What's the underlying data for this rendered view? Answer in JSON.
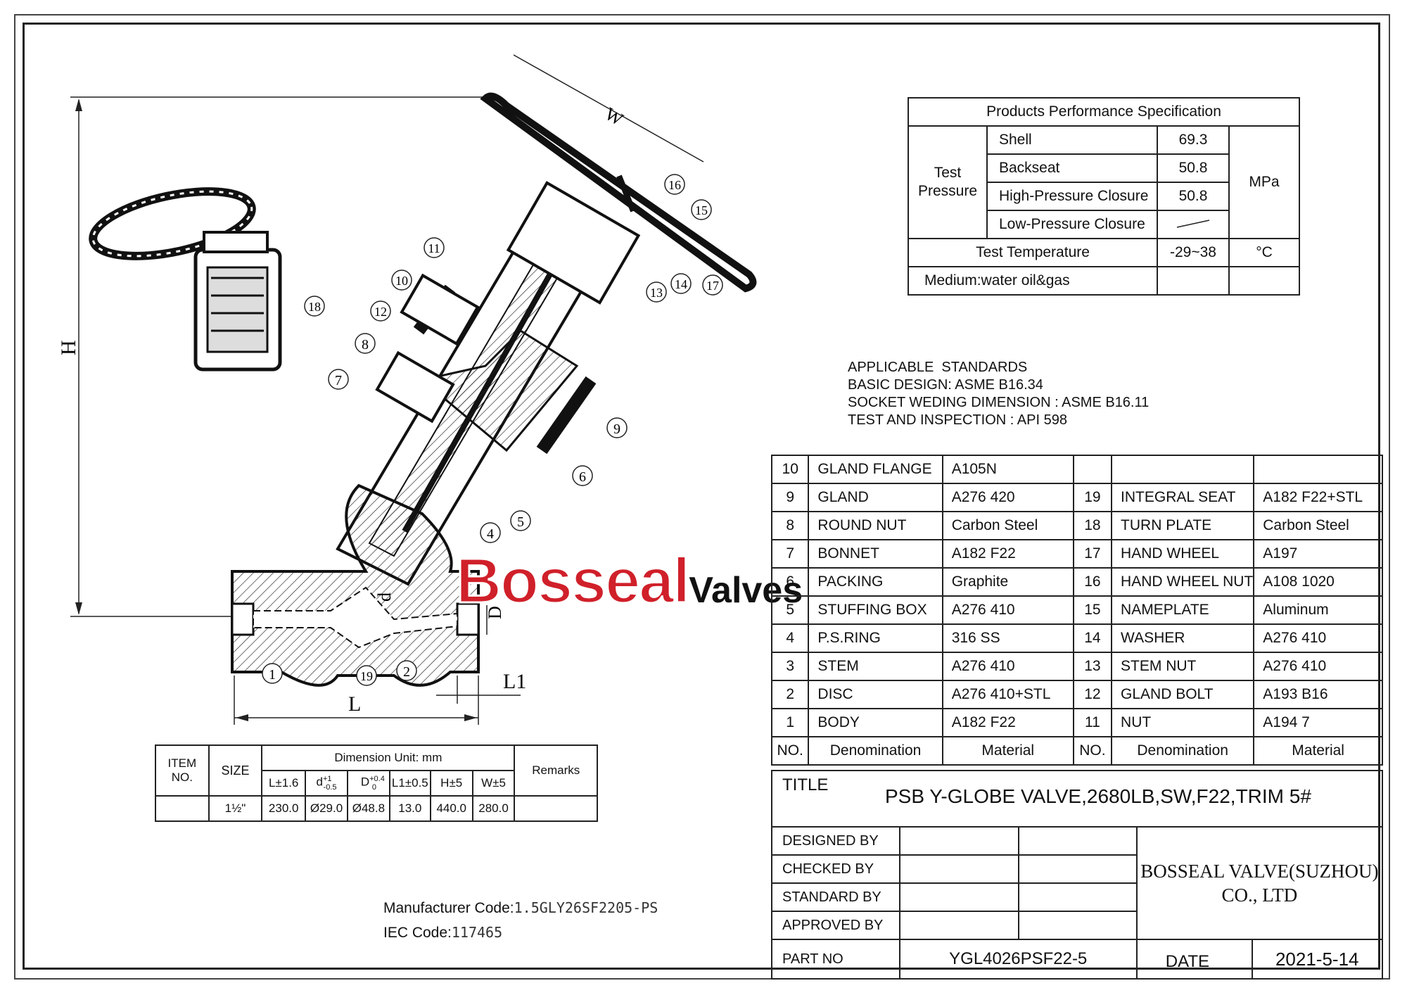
{
  "perf": {
    "title": "Products Performance Specification",
    "test_pressure_label": "Test\nPressure",
    "rows": [
      {
        "label": "Shell",
        "value": "69.3"
      },
      {
        "label": "Backseat",
        "value": "50.8"
      },
      {
        "label": "High-Pressure Closure",
        "value": "50.8"
      },
      {
        "label": "Low-Pressure Closure",
        "value": ""
      }
    ],
    "unit": "MPa",
    "temp_label": "Test Temperature",
    "temp_value": "-29~38",
    "temp_unit": "°C",
    "medium": "Medium:water oil&gas"
  },
  "standards": {
    "lines": [
      "APPLICABLE  STANDARDS",
      "BASIC DESIGN: ASME B16.34",
      "SOCKET WEDING DIMENSION : ASME B16.11",
      "TEST AND INSPECTION : API 598"
    ]
  },
  "bom": {
    "rows": [
      {
        "no": "10",
        "name": "GLAND FLANGE",
        "mat": "A105N",
        "no2": "",
        "name2": "",
        "mat2": ""
      },
      {
        "no": "9",
        "name": "GLAND",
        "mat": "A276 420",
        "no2": "19",
        "name2": "INTEGRAL SEAT",
        "mat2": "A182 F22+STL"
      },
      {
        "no": "8",
        "name": "ROUND NUT",
        "mat": "Carbon Steel",
        "no2": "18",
        "name2": "TURN PLATE",
        "mat2": "Carbon Steel"
      },
      {
        "no": "7",
        "name": "BONNET",
        "mat": "A182 F22",
        "no2": "17",
        "name2": "HAND WHEEL",
        "mat2": "A197"
      },
      {
        "no": "6",
        "name": "PACKING",
        "mat": "Graphite",
        "no2": "16",
        "name2": "HAND WHEEL NUT",
        "mat2": "A108 1020"
      },
      {
        "no": "5",
        "name": "STUFFING BOX",
        "mat": "A276 410",
        "no2": "15",
        "name2": "NAMEPLATE",
        "mat2": "Aluminum"
      },
      {
        "no": "4",
        "name": "P.S.RING",
        "mat": "316 SS",
        "no2": "14",
        "name2": "WASHER",
        "mat2": "A276 410"
      },
      {
        "no": "3",
        "name": "STEM",
        "mat": "A276 410",
        "no2": "13",
        "name2": "STEM NUT",
        "mat2": "A276 410"
      },
      {
        "no": "2",
        "name": "DISC",
        "mat": "A276 410+STL",
        "no2": "12",
        "name2": "GLAND BOLT",
        "mat2": "A193 B16"
      },
      {
        "no": "1",
        "name": "BODY",
        "mat": "A182 F22",
        "no2": "11",
        "name2": "NUT",
        "mat2": "A194 7"
      }
    ],
    "header": {
      "no": "NO.",
      "name": "Denomination",
      "mat": "Material"
    }
  },
  "title_block": {
    "title_label": "TITLE",
    "title": "PSB Y-GLOBE  VALVE,2680LB,SW,F22,TRIM 5#",
    "designed": "DESIGNED BY",
    "checked": "CHECKED BY",
    "standard": "STANDARD BY",
    "approved": "APPROVED BY",
    "company_line1": "BOSSEAL VALVE(SUZHOU)",
    "company_line2": "CO., LTD",
    "part_no_label": "PART NO",
    "part_no": "YGL4026PSF22-5",
    "date_label": "DATE",
    "date": "2021-5-14"
  },
  "dims": {
    "item_no": "ITEM\nNO.",
    "size": "SIZE",
    "unit_header": "Dimension Unit: mm",
    "remarks": "Remarks",
    "cols": [
      "L±1.6",
      "d",
      "D",
      "L1±0.5",
      "H±5",
      "W±5"
    ],
    "d_sup": "+1",
    "d_sub": "-0.5",
    "D_sup": "+0.4",
    "D_sub": "0",
    "size_value": "1½\"",
    "values": [
      "230.0",
      "Ø29.0",
      "Ø48.8",
      "13.0",
      "440.0",
      "280.0"
    ]
  },
  "codes": {
    "mfr_label": "Manufacturer Code:",
    "mfr_value": "1.5GLY26SF2205-PS",
    "iec_label": "IEC Code:",
    "iec_value": "117465"
  },
  "logo": {
    "part1": "Bosseal",
    "part2": "Valves",
    "color": "#d0202a"
  },
  "drawing": {
    "dim_labels": {
      "H": "H",
      "L": "L",
      "L1": "L1",
      "D": "D",
      "d": "d",
      "W": "W"
    },
    "balloons": [
      "1",
      "2",
      "4",
      "5",
      "6",
      "7",
      "8",
      "9",
      "10",
      "11",
      "12",
      "13",
      "14",
      "15",
      "16",
      "17",
      "18",
      "19"
    ]
  }
}
